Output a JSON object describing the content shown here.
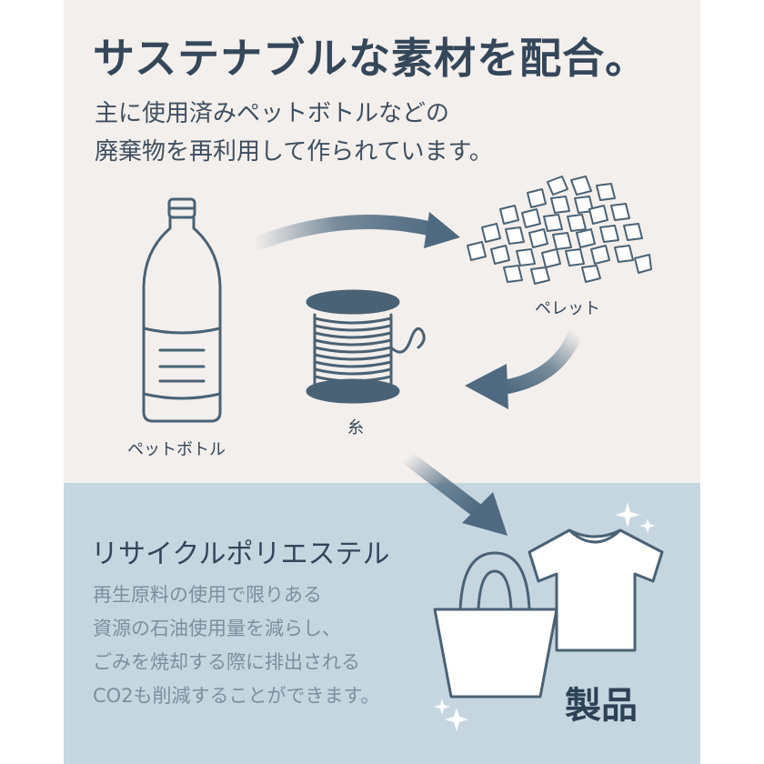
{
  "headline": "サステナブルな素材を配合。",
  "subtitle_lines": [
    "主に使用済みペットボトルなどの",
    "廃棄物を再利用して作られています。"
  ],
  "labels": {
    "bottle": "ペットボトル",
    "thread": "糸",
    "pellet": "ペレット"
  },
  "recycle": {
    "title": "リサイクルポリエステル",
    "lines": [
      "再生原料の使用で限りある",
      "資源の石油使用量を減らし、",
      "ごみを焼却する際に排出される",
      "CO2も削減することができます。"
    ]
  },
  "product_label": "製品",
  "icons": [
    "pet-bottle-icon",
    "pellets-icon",
    "thread-spool-icon",
    "tote-bag-icon",
    "t-shirt-icon",
    "sparkle-icon"
  ],
  "colors": {
    "top_background": "#f3efec",
    "bottom_background": "#c6d6e1",
    "arrow": "#4f6a80",
    "icon_stroke": "#4a6275",
    "heading": "#35475a",
    "body_text": "#7d8f9d"
  }
}
